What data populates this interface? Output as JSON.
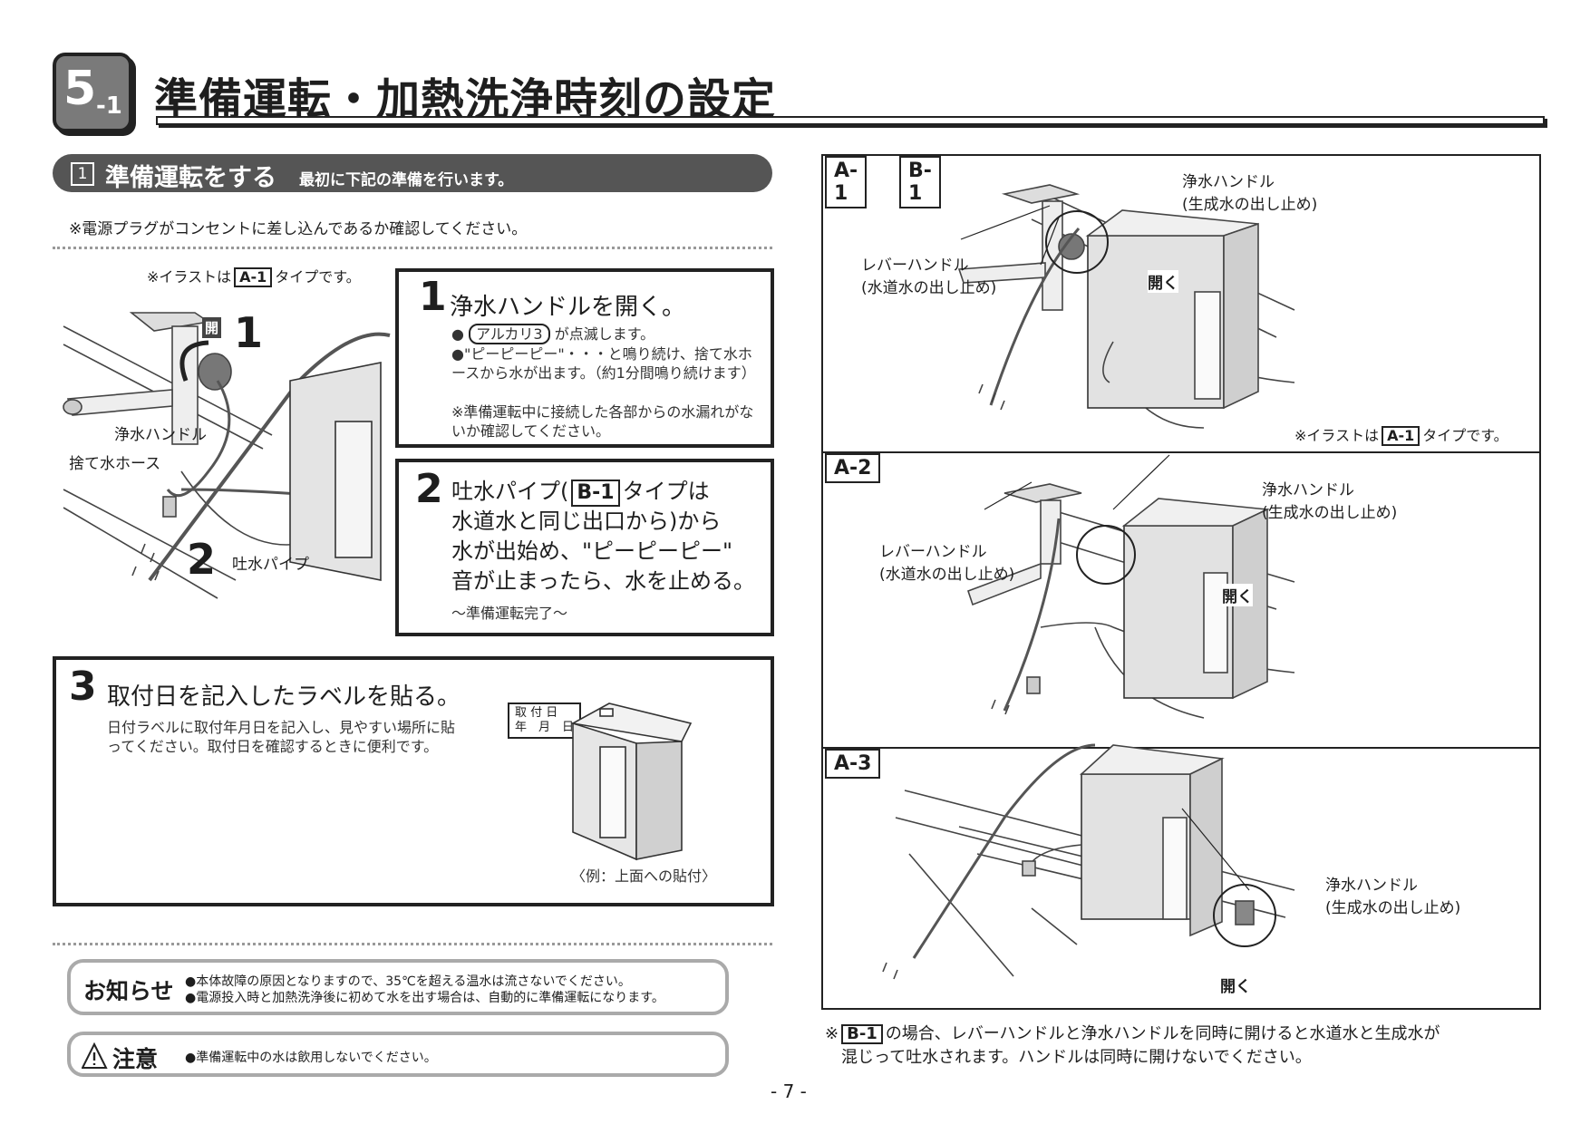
{
  "header": {
    "section_badge": "5",
    "section_badge_sub": "-1",
    "title": "準備運転・加熱洗浄時刻の設定"
  },
  "section1": {
    "number": "1",
    "title": "準備運転をする",
    "subtitle": "最初に下記の準備を行います。",
    "note": "※電源プラグがコンセントに差し込んであるか確認してください。"
  },
  "left_illustration": {
    "caption_pre": "※イラストは",
    "caption_type": "A-1",
    "caption_post": "タイプです。",
    "open_label": "開",
    "marker_1": "1",
    "marker_2": "2",
    "label_purified_handle": "浄水ハンドル",
    "label_drain_hose": "捨て水ホース",
    "label_spout_pipe": "吐水パイプ"
  },
  "step1": {
    "number": "1",
    "title": "浄水ハンドルを開く。",
    "line1_pre": "●",
    "line1_badge": "アルカリ3",
    "line1_post": "が点滅します。",
    "line2": "●\"ピーピーピー\"・・・と鳴り続け、捨て水ホースから水が出ます。（約1分間鳴り続けます）",
    "line3": "※準備運転中に接続した各部からの水漏れがないか確認してください。"
  },
  "step2": {
    "number": "2",
    "line1_pre": "吐水パイプ(",
    "line1_type": "B-1",
    "line1_post": "タイプは",
    "line2": "水道水と同じ出口から)から",
    "line3": "水が出始め、\"ピーピーピー\"",
    "line4": "音が止まったら、水を止める。",
    "footer": "〜準備運転完了〜"
  },
  "step3": {
    "number": "3",
    "title": "取付日を記入したラベルを貼る。",
    "body": "日付ラベルに取付年月日を記入し、見やすい場所に貼ってください。取付日を確認するときに便利です。",
    "label_line1": "取 付 日",
    "label_line2": "年　月　日",
    "example": "〈例：上面への貼付〉"
  },
  "notice": {
    "title": "お知らせ",
    "line1": "●本体故障の原因となりますので、35℃を超える温水は流さないでください。",
    "line2": "●電源投入時と加熱洗浄後に初めて水を出す場合は、自動的に準備運転になります。"
  },
  "caution": {
    "title": "注意",
    "line1": "●準備運転中の水は飲用しないでください。"
  },
  "right_panels": {
    "a1": {
      "label": "A-1",
      "label2": "B-1",
      "purified_handle": "浄水ハンドル",
      "purified_handle_sub": "(生成水の出し止め)",
      "lever_handle": "レバーハンドル",
      "lever_handle_sub": "(水道水の出し止め)",
      "open": "開く",
      "caption_pre": "※イラストは",
      "caption_type": "A-1",
      "caption_post": "タイプです。"
    },
    "a2": {
      "label": "A-2",
      "purified_handle": "浄水ハンドル",
      "purified_handle_sub": "(生成水の出し止め)",
      "lever_handle": "レバーハンドル",
      "lever_handle_sub": "(水道水の出し止め)",
      "open": "開く"
    },
    "a3": {
      "label": "A-3",
      "purified_handle": "浄水ハンドル",
      "purified_handle_sub": "(生成水の出し止め)",
      "open": "開く"
    }
  },
  "footnote": {
    "pre": "※",
    "type": "B-1",
    "line1": "の場合、レバーハンドルと浄水ハンドルを同時に開けると水道水と生成水が",
    "line2": "混じって吐水されます。ハンドルは同時に開けないでください。"
  },
  "page_number": "- 7 -"
}
